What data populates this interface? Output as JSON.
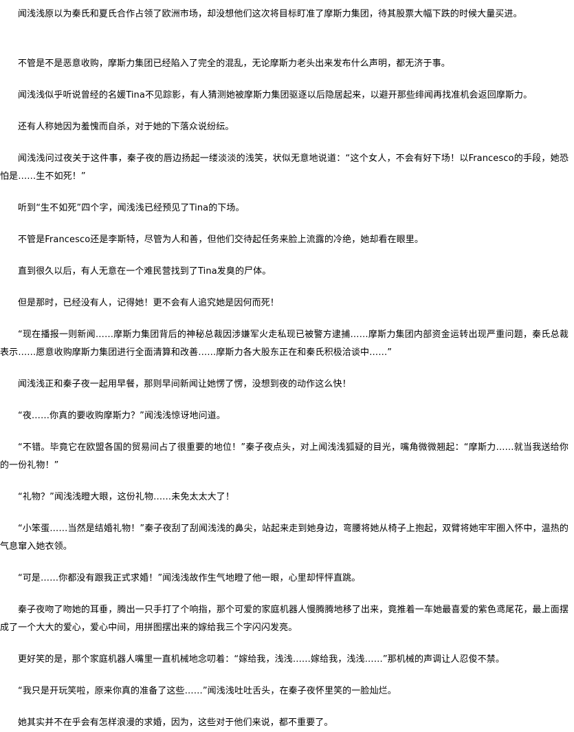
{
  "document": {
    "paragraphs": [
      "闻浅浅原以为秦氏和夏氏合作占领了欧洲市场，却没想他们这次将目标盯准了摩斯力集团，待其股票大幅下跌的时候大量买进。",
      "不管是不是恶意收购，摩斯力集团已经陷入了完全的混乱，无论摩斯力老头出来发布什么声明，都无济于事。",
      "闻浅浅似乎听说曾经的名媛Tina不见踪影，有人猜测她被摩斯力集团驱逐以后隐居起来，以避开那些绯闻再找准机会返回摩斯力。",
      "还有人称她因为羞愧而自杀，对于她的下落众说纷纭。",
      "闻浅浅问过夜关于这件事，秦子夜的唇边扬起一缕淡淡的浅笑，状似无意地说道：“这个女人，不会有好下场！以Francesco的手段，她恐怕是……生不如死！”",
      "听到“生不如死”四个字，闻浅浅已经预见了Tina的下场。",
      "不管是Francesco还是李斯特，尽管为人和善，但他们交待起任务来脸上流露的冷绝，她却看在眼里。",
      "直到很久以后，有人无意在一个难民营找到了Tina发臭的尸体。",
      "但是那时，已经没有人，记得她！更不会有人追究她是因何而死！",
      "“现在播报一则新闻……摩斯力集团背后的神秘总裁因涉嫌军火走私现已被警方逮捕……摩斯力集团内部资金运转出现严重问题，秦氏总裁表示……愿意收购摩斯力集团进行全面清算和改善……摩斯力各大股东正在和秦氏积极洽谈中……”",
      "闻浅浅正和秦子夜一起用早餐，那则早间新闻让她愣了愣，没想到夜的动作这么快！",
      "“夜……你真的要收购摩斯力？”闻浅浅惊讶地问道。",
      "“不错。毕竟它在欧盟各国的贸易间占了很重要的地位！”秦子夜点头，对上闻浅浅狐疑的目光，嘴角微微翘起：“摩斯力……就当我送给你的一份礼物！”",
      "“礼物？”闻浅浅瞪大眼，这份礼物……未免太太大了！",
      "“小笨蛋……当然是结婚礼物！”秦子夜刮了刮闻浅浅的鼻尖，站起来走到她身边，弯腰将她从椅子上抱起，双臂将她牢牢圈入怀中，温热的气息窜入她衣领。",
      "“可是……你都没有跟我正式求婚！”闻浅浅故作生气地瞪了他一眼，心里却怦怦直跳。",
      "秦子夜吻了吻她的耳垂，腾出一只手打了个响指，那个可爱的家庭机器人慢腾腾地移了出来，竟推着一车她最喜爱的紫色鸢尾花，最上面摆成了一个大大的爱心，爱心中间，用拼图摆出来的嫁给我三个字闪闪发亮。",
      "更好笑的是，那个家庭机器人嘴里一直机械地念叨着：“嫁给我，浅浅……嫁给我，浅浅……”那机械的声调让人忍俊不禁。",
      "“我只是开玩笑啦，原来你真的准备了这些……”闻浅浅吐吐舌头，在秦子夜怀里笑的一脸灿烂。",
      "她其实并不在乎会有怎样浪漫的求婚，因为，这些对于他们来说，都不重要了。"
    ]
  }
}
